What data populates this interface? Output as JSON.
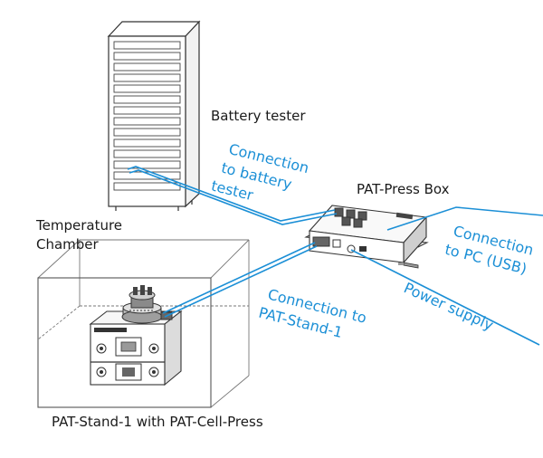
{
  "labels": {
    "battery_tester": "Battery tester",
    "pat_press_box": "PAT-Press Box",
    "temperature_chamber_line1": "Temperature",
    "temperature_chamber_line2": "Chamber",
    "pat_stand": "PAT-Stand-1 with PAT-Cell-Press",
    "conn_battery_line1": "Connection",
    "conn_battery_line2": "to battery",
    "conn_battery_line3": "tester",
    "conn_pc_line1": "Connection",
    "conn_pc_line2": "to PC (USB)",
    "conn_stand_line1": "Connection to",
    "conn_stand_line2": "PAT-Stand-1",
    "power_supply": "Power supply"
  },
  "colors": {
    "cable": "#1b8fd6",
    "outline": "#333333",
    "background": "#ffffff"
  }
}
